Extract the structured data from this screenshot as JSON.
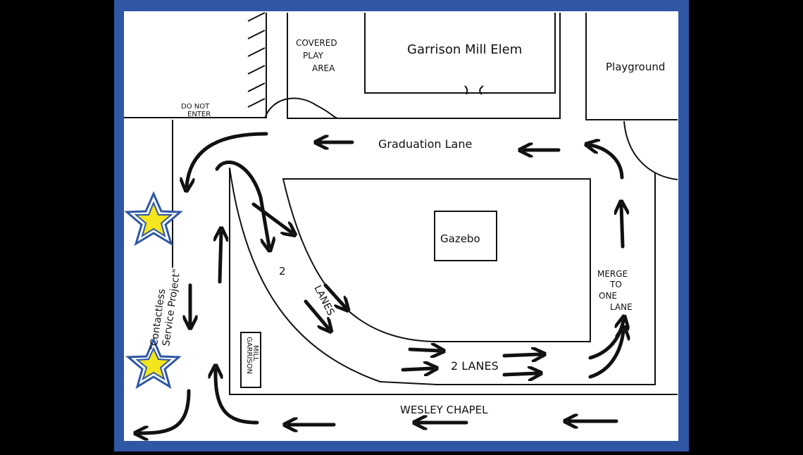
{
  "labels": {
    "school": "Garrison Mill Elem",
    "covered_1": "COVERED",
    "covered_2": "PLAY",
    "covered_3": "AREA",
    "playground": "Playground",
    "do_not_1": "DO NOT",
    "do_not_2": "ENTER",
    "graduation": "Graduation Lane",
    "gazebo": "Gazebo",
    "merge_1": "MERGE",
    "merge_2": "TO",
    "merge_3": "ONE",
    "merge_4": "LANE",
    "two_lanes_diag_1": "2",
    "two_lanes_diag_2": "LANES",
    "two_lanes_bottom": "2 LANES",
    "wesley": "WESLEY CHAPEL",
    "sign_1": "GARRISON",
    "sign_2": "MILL",
    "project_1": "\"Contactless",
    "project_2": "Service Project\""
  },
  "colors": {
    "frame": "#2f57a4",
    "background": "#000000",
    "paper": "#ffffff",
    "ink": "#111111",
    "star_fill": "#f4e51c",
    "star_outline": "#2f57a4"
  },
  "icons": [
    "star-icon",
    "arrow-icon"
  ]
}
